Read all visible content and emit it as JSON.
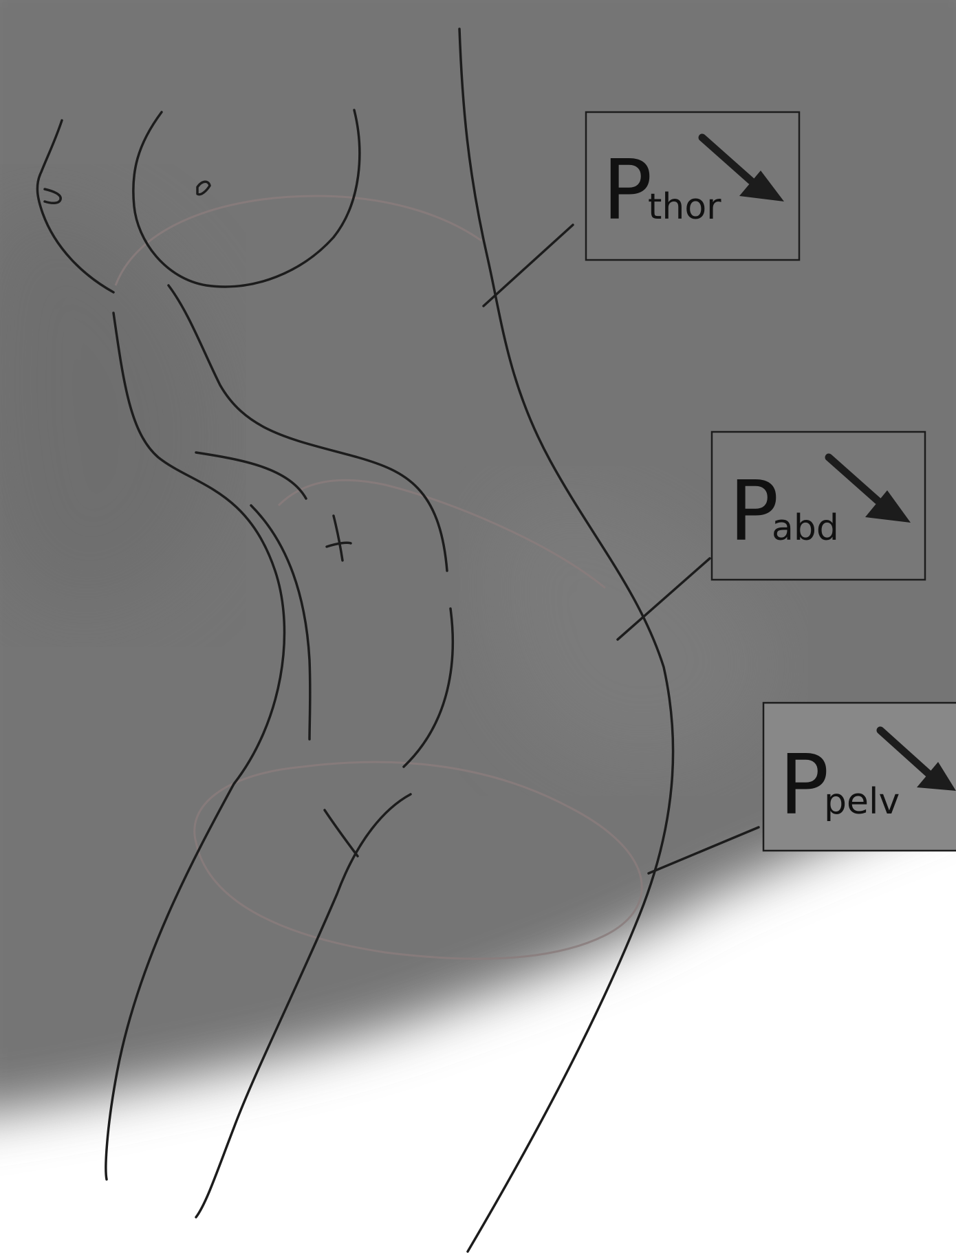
{
  "labels": {
    "thorax": {
      "main": "P",
      "sub": "thor"
    },
    "abdomen": {
      "main": "P",
      "sub": "abd"
    },
    "pelvis": {
      "main": "P",
      "sub": "pelv"
    }
  },
  "colors": {
    "ink": "#1c1c1c",
    "ring": "#8a7c7c",
    "background_dark": "#737373",
    "background_light": "#ffffff"
  },
  "arrows": {
    "thorax": "arrow-down-right-icon",
    "abdomen": "arrow-down-right-icon",
    "pelvis": "arrow-down-right-icon"
  }
}
